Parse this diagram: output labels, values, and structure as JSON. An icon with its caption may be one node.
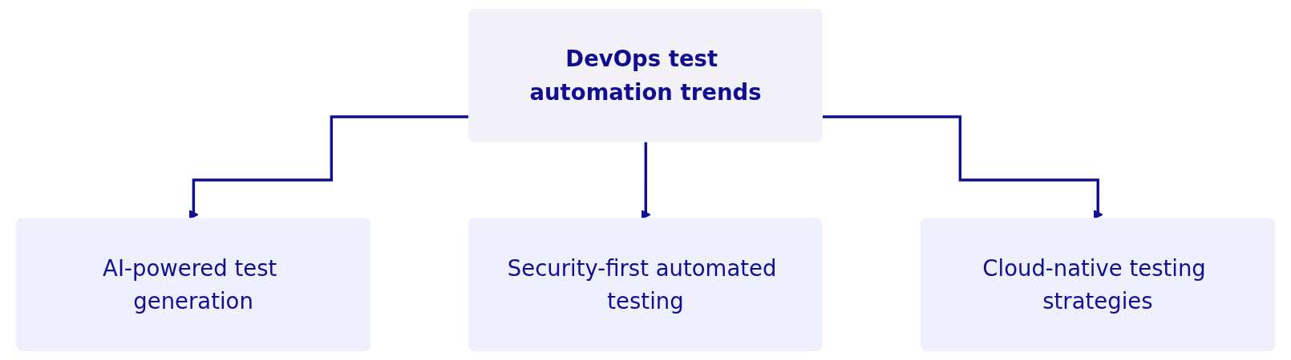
{
  "diagram": {
    "nodes": [
      {
        "text": [
          "DevOps test automation trends"
        ]
      },
      {
        "text": [
          "AI-powered test generation"
        ]
      },
      {
        "text": [
          "Security-first automated testing"
        ]
      },
      {
        "text": [
          "Cloud-native testing strategies"
        ]
      }
    ],
    "edges": [
      {
        "from": 0,
        "to": 1,
        "arrow": "to"
      },
      {
        "from": 0,
        "to": 2,
        "arrow": "to"
      },
      {
        "from": 0,
        "to": 3,
        "arrow": "to"
      }
    ]
  }
}
